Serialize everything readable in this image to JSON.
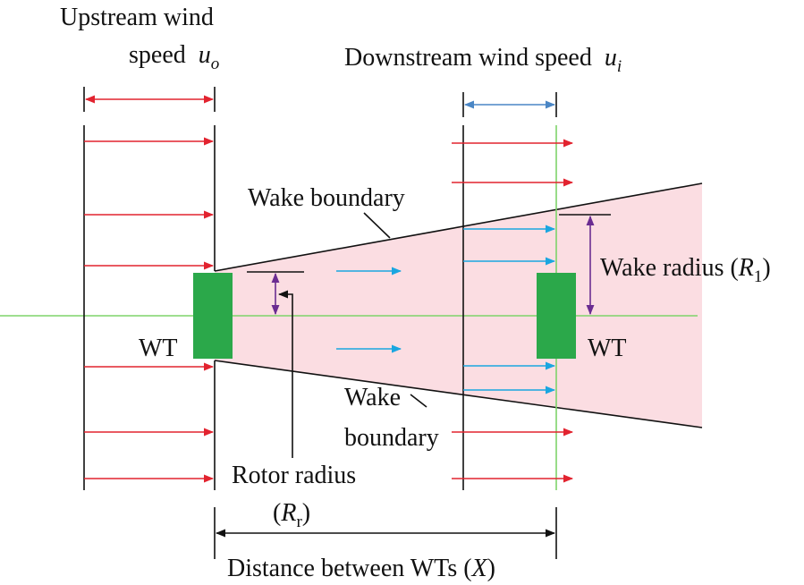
{
  "labels": {
    "upstream_line1": "Upstream wind",
    "upstream_line2": "speed",
    "upstream_symbol": "u",
    "upstream_sub": "o",
    "downstream": "Downstream wind speed",
    "downstream_symbol": "u",
    "downstream_sub": "i",
    "wake_boundary_top": "Wake boundary",
    "wake_boundary_bottom_line1": "Wake",
    "wake_boundary_bottom_line2": "boundary",
    "wake_radius": "Wake radius (",
    "wake_radius_symbol": "R",
    "wake_radius_sub": "1",
    "wake_radius_close": ")",
    "rotor_radius": "Rotor radius",
    "rotor_radius_open": "(",
    "rotor_radius_symbol": "R",
    "rotor_radius_sub": "r",
    "rotor_radius_close": ")",
    "wt_left": "WT",
    "wt_right": "WT",
    "distance": "Distance between WTs (",
    "distance_symbol": "X",
    "distance_close": ")"
  },
  "colors": {
    "wind_arrow": "#e2232f",
    "wake_arrow": "#1aa6e0",
    "turbine": "#2ba84a",
    "axis_line": "#7ed36a",
    "wake_fill": "#fbdde2",
    "radius_arrow": "#6a2c91",
    "span_arrow": "#4a86c5",
    "line": "#111111"
  }
}
